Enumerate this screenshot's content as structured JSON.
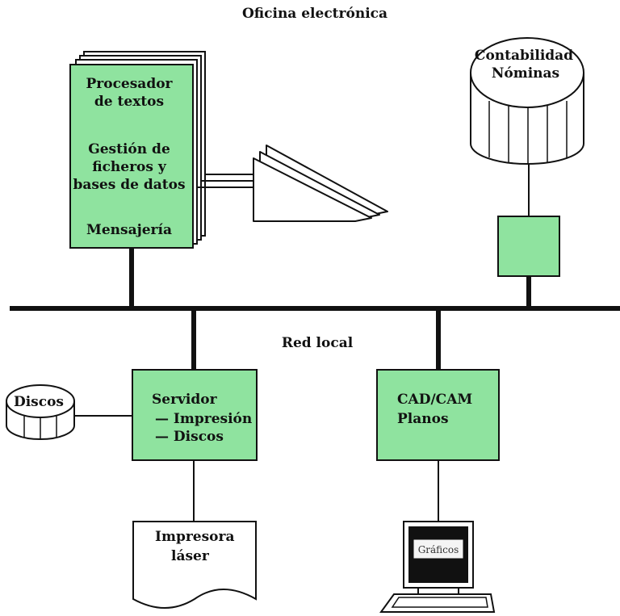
{
  "diagram": {
    "title": "Oficina electrónica",
    "network_label": "Red local",
    "workstation": {
      "line1": "Procesador",
      "line2": "de textos",
      "line3": "Gestión de",
      "line4": "ficheros y",
      "line5": "bases de datos",
      "line6": "Mensajería"
    },
    "database": {
      "line1": "Contabilidad",
      "line2": "Nóminas"
    },
    "server": {
      "line1": "Servidor",
      "line2": "— Impresión",
      "line3": "— Discos"
    },
    "disks": {
      "label": "Discos"
    },
    "printer": {
      "line1": "Impresora",
      "line2": "láser"
    },
    "cad": {
      "line1": "CAD/CAM",
      "line2": "Planos"
    },
    "monitor": {
      "screen_label": "Gráficos"
    },
    "colors": {
      "node_fill": "#8fe39f",
      "stroke": "#111111",
      "paper": "#ffffff"
    }
  }
}
